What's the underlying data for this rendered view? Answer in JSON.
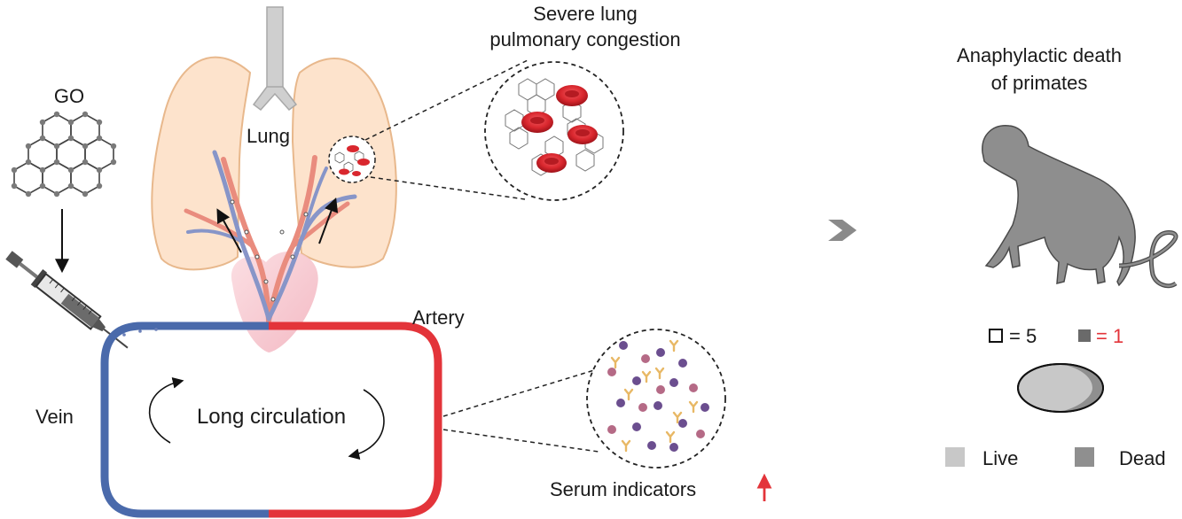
{
  "labels": {
    "go": "GO",
    "lung": "Lung",
    "congestion_line1": "Severe lung",
    "congestion_line2": "pulmonary congestion",
    "artery": "Artery",
    "vein": "Vein",
    "long_circulation": "Long circulation",
    "serum_indicators": "Serum indicators",
    "death_line1": "Anaphylactic death",
    "death_line2": "of primates"
  },
  "counts": {
    "live_eq": "= 5",
    "dead_eq": "= 1"
  },
  "legend": {
    "live": "Live",
    "dead": "Dead"
  },
  "ratio": {
    "live": 5,
    "dead": 1
  },
  "colors": {
    "artery": "#e3343a",
    "vein": "#4a6aab",
    "lung_fill": "#fde3cc",
    "lung_stroke": "#e8b88c",
    "heart": "#f8c9d0",
    "rbc": "#d9272e",
    "monkey": "#8e8e8e",
    "live_swatch": "#c8c8c8",
    "dead_swatch": "#8f8f8f",
    "up_arrow": "#e3343a"
  },
  "icons": [
    "graphene-oxide-icon",
    "syringe-icon",
    "lung-icon",
    "heart-icon",
    "red-blood-cell-icon",
    "serum-particle-icon",
    "chevron-right-icon",
    "monkey-icon",
    "pie-ellipse-icon"
  ]
}
